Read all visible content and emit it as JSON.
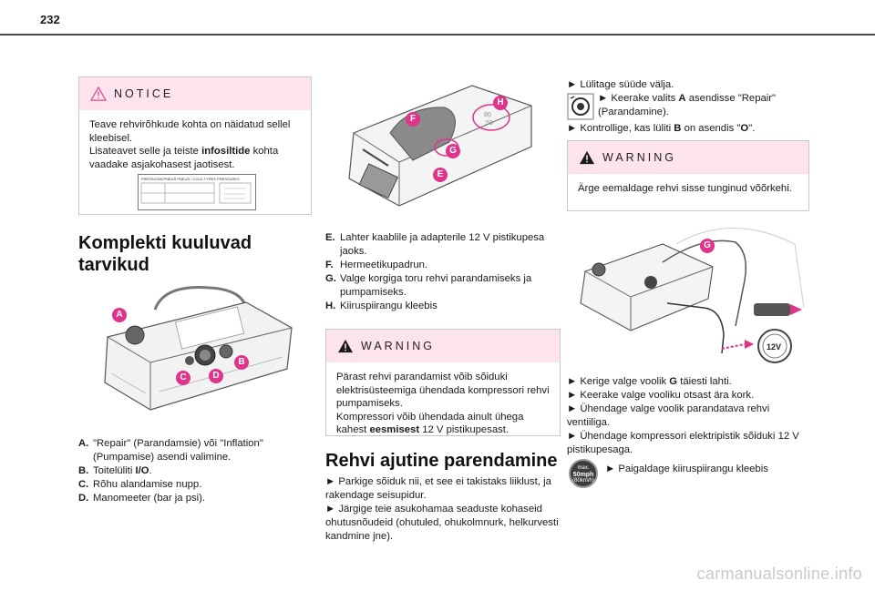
{
  "page": {
    "number": "232"
  },
  "left": {
    "notice": {
      "title": "NOTICE",
      "text1": "Teave rehvirõhkude kohta on näidatud sellel kleebisel.",
      "text2a": "Lisateavet selle ja teiste ",
      "text2b": "infosiltide",
      "text2c": " kohta vaadake asjakohasest jaotisest.",
      "label_header": "PRESSIONS/PNEUS PNEUS / COLD TYRES PRESSURES"
    },
    "heading": "Komplekti kuuluvad tarvikud",
    "figure_markers": [
      "A",
      "B",
      "C",
      "D"
    ],
    "legend": [
      {
        "key": "A.",
        "text": "\"Repair\" (Parandamsie) või \"Inflation\" (Pumpamise) asendi valimine."
      },
      {
        "key": "B.",
        "text_a": "Toitelüliti ",
        "text_b": "I/O",
        "text_c": "."
      },
      {
        "key": "C.",
        "text": "Rõhu alandamise nupp."
      },
      {
        "key": "D.",
        "text": "Manomeeter (bar ja psi)."
      }
    ]
  },
  "middle": {
    "figure_markers": [
      "E",
      "F",
      "G",
      "H"
    ],
    "gauge_text": [
      "80",
      "50"
    ],
    "legend": [
      {
        "key": "E.",
        "text": "Lahter kaablile ja adapterile 12 V pistikupesa jaoks."
      },
      {
        "key": "F.",
        "text": "Hermeetikupadrun."
      },
      {
        "key": "G.",
        "text": "Valge korgiga toru rehvi parandamiseks ja pumpamiseks."
      },
      {
        "key": "H.",
        "text": "Kiiruspiirangu kleebis"
      }
    ],
    "warning": {
      "title": "WARNING",
      "text1": "Pärast rehvi parandamist võib sõiduki elektrisüsteemiga ühendada kompressori rehvi pumpamiseks.",
      "text2a": "Kompressori võib ühendada ainult ühega kahest ",
      "text2b": "eesmisest",
      "text2c": " 12 V pistikupesast."
    },
    "heading2": "Rehvi ajutine parendamine",
    "steps": [
      "► Parkige sõiduk nii, et see ei takistaks liiklust, ja rakendage seisupidur.",
      "► Järgige teie asukohamaa seaduste kohaseid ohutusnõudeid (ohutuled, ohukolmnurk, helkurvesti kandmine jne)."
    ]
  },
  "right": {
    "step_ignition": "► Lülitage süüde välja.",
    "step_a1": "► Keerake valits ",
    "step_a2": "A",
    "step_a3": " asendisse \"Repair\" (Parandamine).",
    "step_b1": "► Kontrollige, kas lüliti ",
    "step_b2": "B",
    "step_b3": " on asendis \"",
    "step_b4": "O",
    "step_b5": "\".",
    "warning": {
      "title": "WARNING",
      "text": "Ärge eemaldage rehvi sisse tunginud võõrkehi."
    },
    "figure_marker": "G",
    "socket_label": "12V",
    "steps_after_a": "► Kerige valge voolik ",
    "steps_after_b": "G",
    "steps_after_c": " täiesti lahti.",
    "steps_after": [
      "► Keerake valge vooliku otsast ära kork.",
      "► Ühendage valge voolik parandatava rehvi ventiiliga.",
      "► Ühendage kompressori elektripistik sõiduki 12 V pistikupesaga."
    ],
    "badge": {
      "top": "max.",
      "mid": "50mph",
      "bot": "(80km/h)"
    },
    "step_sticker": "► Paigaldage kiiruspiirangu kleebis"
  },
  "watermark": "carmanualsonline.info",
  "colors": {
    "pink": "#fde3ee",
    "marker": "#e0338a",
    "rule": "#4a4a4a"
  }
}
